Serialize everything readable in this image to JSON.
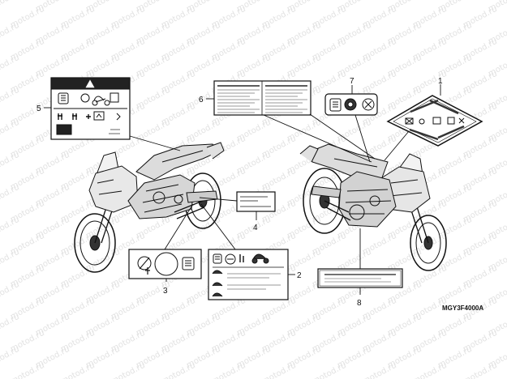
{
  "watermark": "motod.ru",
  "diagram_code": "MGY3F4000A",
  "callouts": {
    "c1": "1",
    "c2": "2",
    "c3": "3",
    "c4": "4",
    "c5": "5",
    "c6": "6",
    "c7": "7",
    "c8": "8"
  }
}
